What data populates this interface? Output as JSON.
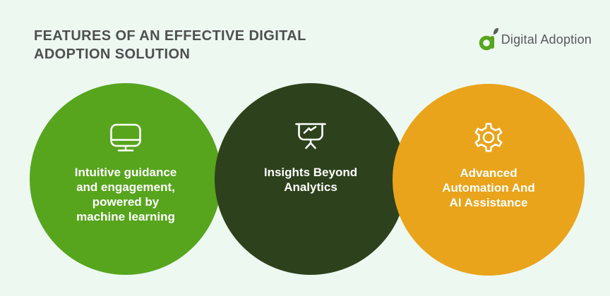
{
  "header": {
    "title": "FEATURES OF AN EFFECTIVE DIGITAL\nADOPTION SOLUTION",
    "logo_text": "Digital Adoption"
  },
  "features": [
    {
      "label": "Intuitive guidance\nand engagement,\npowered by\nmachine learning",
      "icon": "monitor-icon",
      "color": "#57a51d"
    },
    {
      "label": "Insights Beyond\nAnalytics",
      "icon": "presentation-chart-icon",
      "color": "#2d421c"
    },
    {
      "label": "Advanced\nAutomation And\nAI Assistance",
      "icon": "gear-icon",
      "color": "#e9a41b"
    }
  ],
  "colors": {
    "background": "#edf8f1",
    "title_text": "#4e4f50",
    "logo_text": "#58595b",
    "logo_green": "#57a51d",
    "logo_leaf": "#5a5b5d",
    "circle_text": "#ffffff"
  }
}
